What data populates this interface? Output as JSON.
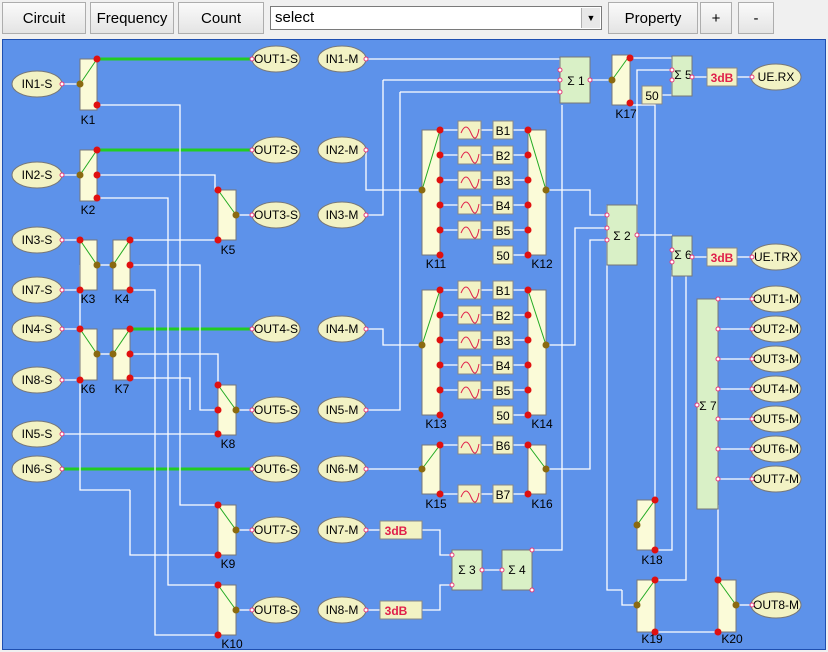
{
  "toolbar": {
    "circuit": "Circuit",
    "frequency": "Frequency",
    "count": "Count",
    "select_value": "select",
    "property": "Property",
    "plus": "+",
    "minus": "-"
  },
  "labels": {
    "in1s": "IN1-S",
    "in2s": "IN2-S",
    "in3s": "IN3-S",
    "in7s": "IN7-S",
    "in4s": "IN4-S",
    "in8s": "IN8-S",
    "in5s": "IN5-S",
    "in6s": "IN6-S",
    "out1s": "OUT1-S",
    "out2s": "OUT2-S",
    "out3s": "OUT3-S",
    "out4s": "OUT4-S",
    "out5s": "OUT5-S",
    "out6s": "OUT6-S",
    "out7s": "OUT7-S",
    "out8s": "OUT8-S",
    "in1m": "IN1-M",
    "in2m": "IN2-M",
    "in3m": "IN3-M",
    "in4m": "IN4-M",
    "in5m": "IN5-M",
    "in6m": "IN6-M",
    "in7m": "IN7-M",
    "in8m": "IN8-M",
    "out1m": "OUT1-M",
    "out2m": "OUT2-M",
    "out3m": "OUT3-M",
    "out4m": "OUT4-M",
    "out5m": "OUT5-M",
    "out6m": "OUT6-M",
    "out7m": "OUT7-M",
    "out8m": "OUT8-M",
    "uerx": "UE.RX",
    "uetrx": "UE.TRX",
    "k1": "K1",
    "k2": "K2",
    "k3": "K3",
    "k4": "K4",
    "k5": "K5",
    "k6": "K6",
    "k7": "K7",
    "k8": "K8",
    "k9": "K9",
    "k10": "K10",
    "k11": "K11",
    "k12": "K12",
    "k13": "K13",
    "k14": "K14",
    "k15": "K15",
    "k16": "K16",
    "k17": "K17",
    "k18": "K18",
    "k19": "K19",
    "k20": "K20",
    "s1": "Σ 1",
    "s2": "Σ 2",
    "s3": "Σ 3",
    "s4": "Σ 4",
    "s5": "Σ 5",
    "s6": "Σ 6",
    "s7": "Σ 7",
    "b1": "B1",
    "b2": "B2",
    "b3": "B3",
    "b4": "B4",
    "b5": "B5",
    "b6": "B6",
    "b7": "B7",
    "l50": "50",
    "db": "3dB"
  }
}
